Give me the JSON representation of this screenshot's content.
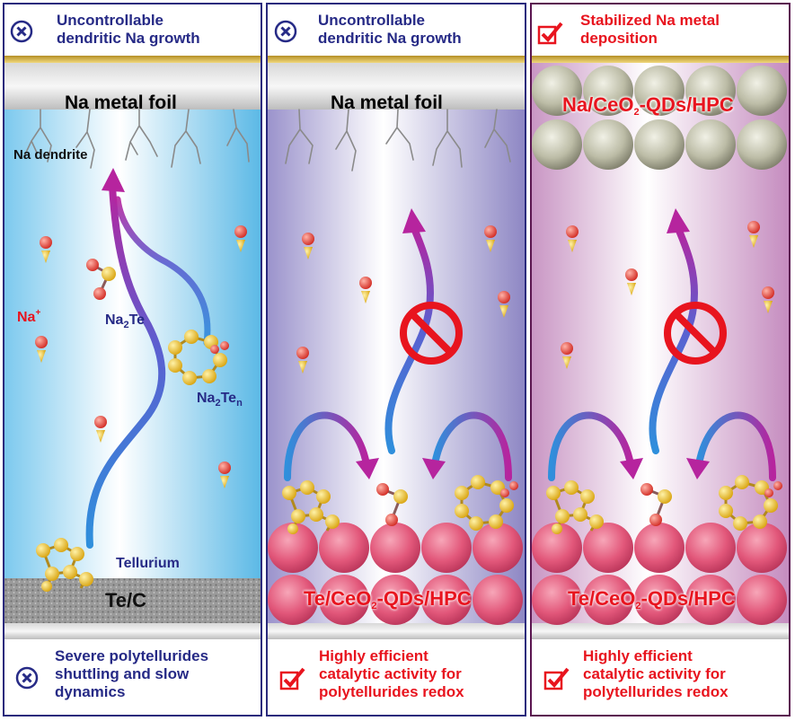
{
  "panels": [
    {
      "top_caption": [
        "Uncontrollable",
        "dendritic Na growth"
      ],
      "top_status": "cross-circle-icon",
      "anode_label": "Na metal foil",
      "dendrite_label": "Na dendrite",
      "ion_label": "Na",
      "ion_charge": "+",
      "species_1_base": "Na",
      "species_1_sub": "2",
      "species_1_rest": "Te",
      "species_2_base": "Na",
      "species_2_sub": "2",
      "species_2_mid": "Te",
      "species_2_sub2": "n",
      "source_label": "Tellurium",
      "cathode_label": "Te/C",
      "bottom_caption": [
        "Severe polytellurides",
        "shuttling and slow",
        "dynamics"
      ],
      "bottom_status": "cross-circle-icon"
    },
    {
      "top_caption": [
        "Uncontrollable",
        "dendritic Na growth"
      ],
      "top_status": "cross-circle-icon",
      "anode_label": "Na metal foil",
      "cathode_label_a": "Te/CeO",
      "cathode_label_sub": "2",
      "cathode_label_b": "-QDs/HPC",
      "bottom_caption": [
        "Highly efficient",
        "catalytic activity for",
        "polytellurides redox"
      ],
      "bottom_status": "checkbox-icon"
    },
    {
      "top_caption": [
        "Stabilized Na metal",
        "deposition"
      ],
      "top_status": "checkbox-icon",
      "anode_label_a": "Na/CeO",
      "anode_label_sub": "2",
      "anode_label_b": "-QDs/HPC",
      "cathode_label_a": "Te/CeO",
      "cathode_label_sub": "2",
      "cathode_label_b": "-QDs/HPC",
      "bottom_caption": [
        "Highly efficient",
        "catalytic activity for",
        "polytellurides redox"
      ],
      "bottom_status": "checkbox-icon"
    }
  ],
  "colors": {
    "border_blue": "#2b2a7c",
    "border_purple": "#5b1650",
    "caption_bad": "#262a86",
    "caption_good": "#e8141e",
    "arrow_blue": "#2f8fdc",
    "arrow_magenta": "#b6249e",
    "ion_red": "#e8453a",
    "ion_yellow": "#f5c51f",
    "gold": "#f3c633",
    "ceo2_pink": "#e8577a"
  }
}
